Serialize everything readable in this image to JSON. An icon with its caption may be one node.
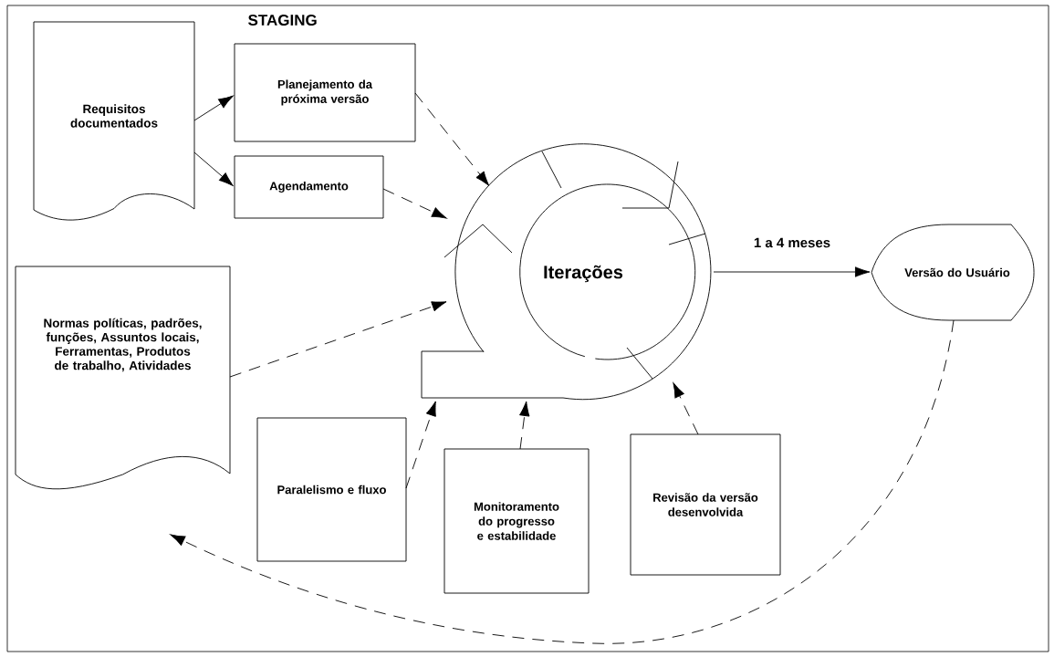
{
  "diagram": {
    "nodes": [
      {
        "text": [
          "Requisitos documentados"
        ]
      },
      {
        "text": [
          "Planejamento da próxima versão"
        ]
      },
      {
        "text": [
          "Agendamento"
        ]
      },
      {
        "text": [
          "Iterações"
        ]
      },
      {
        "text": [
          "Versão do Usuário"
        ]
      },
      {
        "text": [
          "Normas políticas, padrões, funções, Assuntos locais, Ferramentas, Produtos de trabalho, Atividades"
        ]
      },
      {
        "text": [
          "Paralelismo e fluxo"
        ]
      },
      {
        "text": [
          "Monitoramento do progresso e estabilidade"
        ]
      },
      {
        "text": [
          "Revisão da versão desenvolvida"
        ]
      }
    ],
    "edges": [
      {
        "from": 0,
        "to": 1,
        "arrow": "to"
      },
      {
        "from": 0,
        "to": 2,
        "arrow": "to"
      },
      {
        "from": 1,
        "to": 3,
        "arrow": "to",
        "style": "dashed"
      },
      {
        "from": 2,
        "to": 3,
        "arrow": "to",
        "style": "dashed"
      },
      {
        "from": 5,
        "to": 3,
        "arrow": "to",
        "style": "dashed"
      },
      {
        "from": 6,
        "to": 3,
        "arrow": "to",
        "style": "dashed"
      },
      {
        "from": 7,
        "to": 3,
        "arrow": "to",
        "style": "dashed"
      },
      {
        "from": 8,
        "to": 3,
        "arrow": "to",
        "style": "dashed"
      },
      {
        "from": 3,
        "to": 4,
        "arrow": "to",
        "label": "1 a 4  meses"
      },
      {
        "from": 4,
        "to": null,
        "arrow": "to",
        "style": "dashed"
      }
    ],
    "labels": [
      "STAGING"
    ]
  }
}
